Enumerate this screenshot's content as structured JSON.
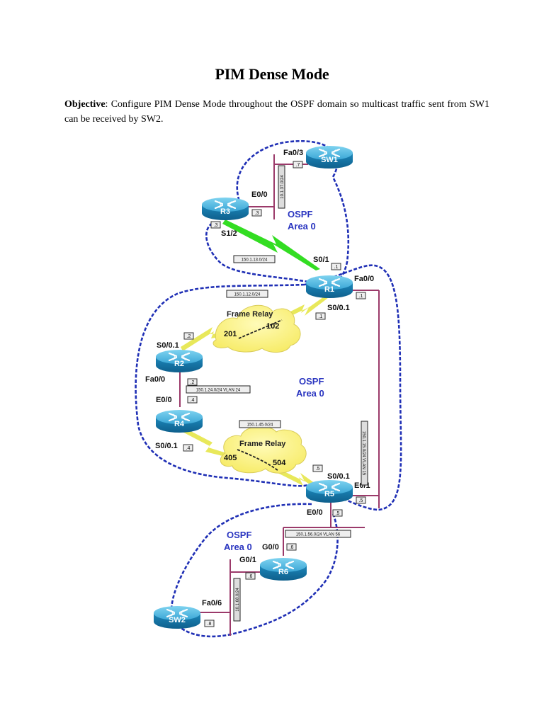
{
  "document": {
    "title": "PIM Dense Mode",
    "objective_label": "Objective",
    "objective_text": ":  Configure PIM Dense Mode throughout the OSPF domain so multicast traffic sent from SW1 can be received by SW2."
  },
  "diagram": {
    "colors": {
      "ospf_boundary": "#1f2fb5",
      "ethernet": "#9b3a6a",
      "serial_s12": "#33dd22",
      "frame_relay_link": "#e0e040",
      "cloud": "#fff68a",
      "router": "#1e8fc0"
    },
    "devices": {
      "sw1": "SW1",
      "r3": "R3",
      "r1": "R1",
      "r2": "R2",
      "r4": "R4",
      "r5": "R5",
      "r6": "R6",
      "sw2": "SW2"
    },
    "ospf_areas": [
      {
        "line1": "OSPF",
        "line2": "Area 0"
      },
      {
        "line1": "OSPF",
        "line2": "Area 0"
      },
      {
        "line1": "OSPF",
        "line2": "Area 0"
      }
    ],
    "interfaces": {
      "sw1_fa03": "Fa0/3",
      "r3_e00": "E0/0",
      "r3_s12": "S1/2",
      "r1_s01": "S0/1",
      "r1_fa00": "Fa0/0",
      "r1_s001": "S0/0.1",
      "r2_s001": "S0/0.1",
      "r2_fa00": "Fa0/0",
      "r4_e00": "E0/0",
      "r4_s001": "S0/0.1",
      "r5_s001": "S0/0.1",
      "r5_e01": "E0/1",
      "r5_e00": "E0/0",
      "r6_g00": "G0/0",
      "r6_g01": "G0/1",
      "sw2_fa06": "Fa0/6"
    },
    "host_ids": {
      "sw1": ".7",
      "r3_e00": ".3",
      "r3_s12": ".3",
      "r1_s01": ".1",
      "r1_fa00": ".1",
      "r1_s001": ".1",
      "r2_s001": ".2",
      "r2_fa00": ".2",
      "r4_e00": ".4",
      "r4_s001": ".4",
      "r5_s001": ".5",
      "r5_e01": ".5",
      "r5_e00": ".5",
      "r6_g00": ".6",
      "r6_g01": ".6",
      "sw2": ".8"
    },
    "subnets": {
      "sw1_r3": "10.1.37.0/24",
      "r1_r3": "150.1.13.0/24",
      "r1_r2": "150.1.12.0/24",
      "r2_r4": "150.1.24.0/24 VLAN 24",
      "r1_r5": "150.1.15.0/24 VLAN 15",
      "r4_r5": "150.1.45.0/24",
      "r5_r6": "150.1.56.0/24 VLAN 56",
      "r6_sw2": "10.1.68.0/24"
    },
    "frame_relay": [
      {
        "label": "Frame Relay",
        "dlci_a": "201",
        "dlci_b": "102"
      },
      {
        "label": "Frame Relay",
        "dlci_a": "405",
        "dlci_b": "504"
      }
    ]
  }
}
